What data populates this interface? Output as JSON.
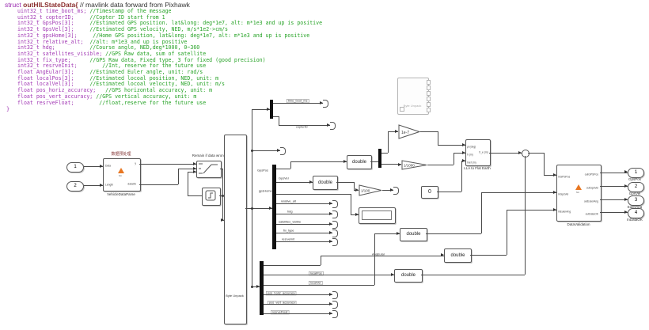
{
  "code": {
    "keyword": "struct",
    "name": "outHILStateData{",
    "title_comment": "// mavlink data forward from Pixhawk",
    "lines": [
      {
        "decl": "uint32_t time_boot_ms; ",
        "comment": "//Timestamp of the message"
      },
      {
        "decl": "uint32_t copterID;     ",
        "comment": "//Copter ID start from 1"
      },
      {
        "decl": "int32_t GpsPos[3];     ",
        "comment": "//Estimated GPS position. lat&long: deg*1e7, alt: m*1e3 and up is positive"
      },
      {
        "decl": "int32_t GpsVel[3];     ",
        "comment": "//Estimated GPS velocity, NED, m/s*1e2->cm/s"
      },
      {
        "decl": "int32_t gpsHome[3];     ",
        "comment": "//Home GPS position, lat&long: deg*1e7, alt: m*1e3 and up is positive"
      },
      {
        "decl": "int32_t relative_alt;  ",
        "comment": "//alt: m*1e3 and up is positive"
      },
      {
        "decl": "int32_t hdg;           ",
        "comment": "//Course angle, NED,deg*1000, 0~360"
      },
      {
        "decl": "int32_t satellites_visible; ",
        "comment": "//GPS Raw data, sum of satellite"
      },
      {
        "decl": "int32_t fix_type;      ",
        "comment": "//GPS Raw data, Fixed type, 3 for fixed (good precision)"
      },
      {
        "decl": "int32_t resrveInit;        ",
        "comment": "//Int, reserve for the future use"
      },
      {
        "decl": "float AngEular[3];     ",
        "comment": "//Estimated Euler angle, unit: rad/s"
      },
      {
        "decl": "float localPos[3];     ",
        "comment": "//Estimated locoal position, NED, unit: m"
      },
      {
        "decl": "float localVel[3];     ",
        "comment": "//Estimated locoal velocity, NED, unit: m/s"
      },
      {
        "decl": "float pos_horiz_accuracy;   ",
        "comment": "//GPS horizontal accuracy, unit: m"
      },
      {
        "decl": "float pos_vert_accuracy; ",
        "comment": "//GPS vertical accuracy, unit: m"
      },
      {
        "decl": "float resrveFloat;        ",
        "comment": "//float,reserve for the future use"
      }
    ],
    "closing": "}"
  },
  "diagram": {
    "inport1": "1",
    "inport2": "2",
    "vehicle_parse": {
      "title": "数据预处理",
      "label": "VehicleDataParse",
      "port_data": "Data",
      "port_length": "Length",
      "port_y": "y",
      "port_dataok": "dataOk",
      "fcn": "fcn"
    },
    "switch_note": "Remain if data wrong",
    "byte_unpack_label": "Byte Unpack",
    "byte_unpack_faded_label": "Byte Unpack",
    "double_label": "double",
    "gain_e7": "1e-7",
    "gain_1000": "1/1000",
    "gain_100": "1/100",
    "constant_zero": "0",
    "lla": {
      "label": "LLA to Flat Earth",
      "p1": "µl (deg)",
      "p2": "h (m)",
      "p3": "href (m)",
      "out": "X_e (m)"
    },
    "dv": {
      "label": "DataValidation",
      "in1": "inGPSPos",
      "in2": "inGpsVel",
      "in3": "inEulerAng",
      "out1": "outGPSPos",
      "out2": "outGpsVel",
      "out3": "outEulerAng",
      "out4": "outDataOK",
      "fcn": "fcn"
    },
    "outports": [
      {
        "num": "1",
        "label": "GpsPos"
      },
      {
        "num": "2",
        "label": "GpsVel"
      },
      {
        "num": "3",
        "label": "EulerAng"
      },
      {
        "num": "4",
        "label": "InDataOK"
      }
    ],
    "top_sig1": "time_boot_ms",
    "top_sig2": "copterID",
    "demux1_labels": [
      "GpsPos",
      "GpsVel",
      "gpsHome",
      "relative_alt",
      "hdg",
      "satellites_visible",
      "fix_type",
      "resrveInit"
    ],
    "demux2_labels": [
      "AngEular",
      "localPos",
      "localVel",
      "pos_horiz_accuracy",
      "pos_vert_accuracy",
      "resrveFloat"
    ]
  }
}
